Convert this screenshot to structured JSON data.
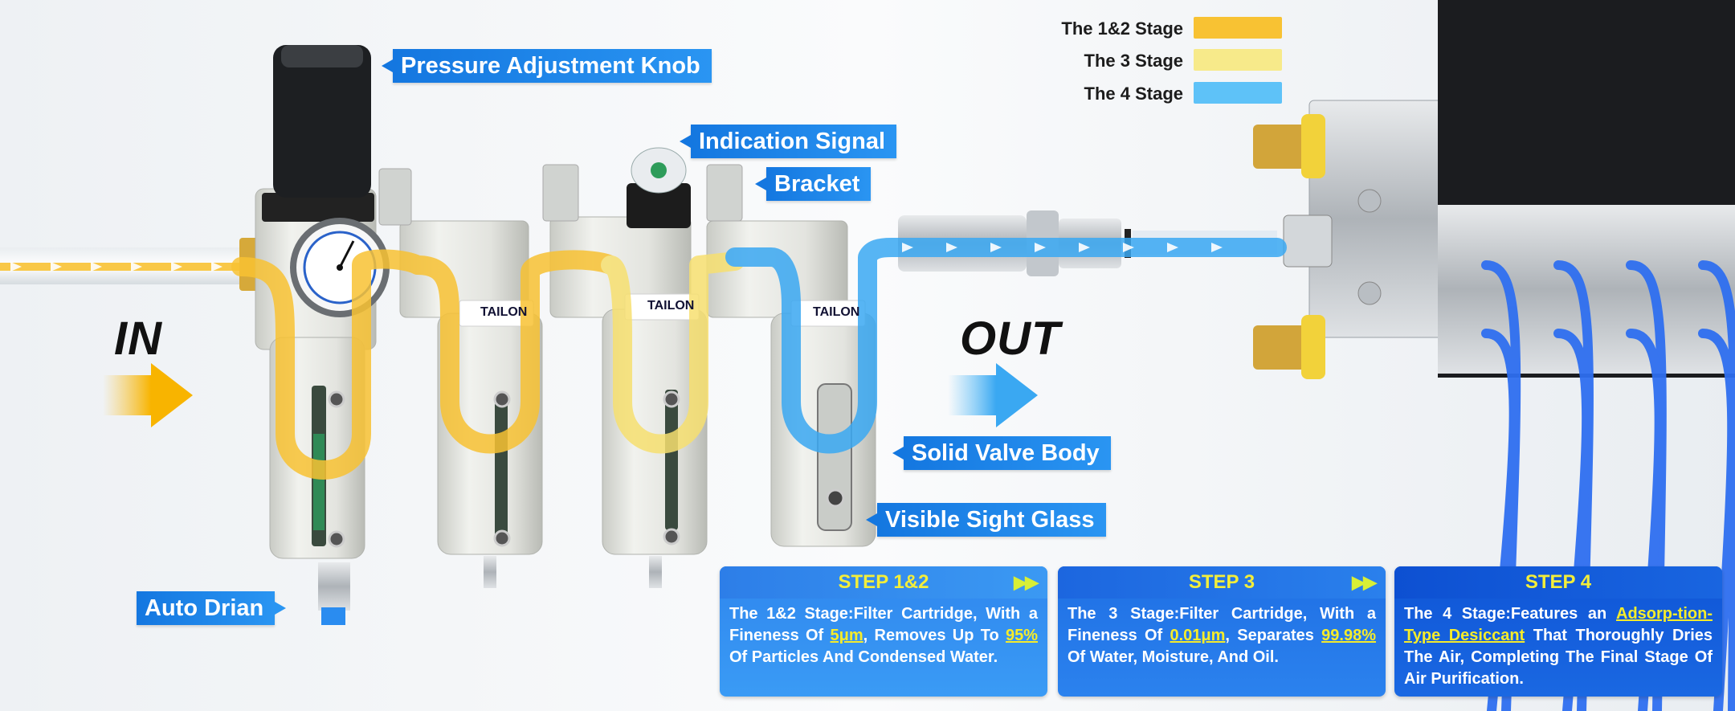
{
  "callouts": {
    "pressure_knob": "Pressure Adjustment Knob",
    "indication_signal": "Indication Signal",
    "bracket": "Bracket",
    "solid_valve_body": "Solid Valve Body",
    "visible_sight_glass": "Visible Sight Glass",
    "auto_drain": "Auto Drian"
  },
  "flow": {
    "in_label": "IN",
    "out_label": "OUT"
  },
  "brand": {
    "name": "TAILON"
  },
  "legend": [
    {
      "label": "The 1&2 Stage",
      "color": "#f8c233"
    },
    {
      "label": "The 3 Stage",
      "color": "#f7ea8a"
    },
    {
      "label": "The 4 Stage",
      "color": "#5ec2f8"
    }
  ],
  "steps": [
    {
      "title": "STEP 1&2",
      "arrows": "▶▶",
      "text_a": "The 1&2 Stage:Filter Cartridge, With a Fineness Of ",
      "hl_a": "5μm",
      "text_b": ", Removes Up To ",
      "hl_b": "95%",
      "text_c": " Of Particles And Condensed Water."
    },
    {
      "title": "STEP 3",
      "arrows": "▶▶",
      "text_a": "The 3 Stage:Filter Cartridge, With a Fineness Of ",
      "hl_a": "0.01μm",
      "text_b": ", Separates ",
      "hl_b": "99.98%",
      "text_c": " Of Water, Moisture, And Oil."
    },
    {
      "title": "STEP 4",
      "text_a": "The 4 Stage:Features an ",
      "hl_a": "Adsorp-tion-Type Desiccant",
      "text_b": " That Thoroughly Dries The Air, Completing The Final Stage Of Air Purification."
    }
  ],
  "colors": {
    "stage12": "#f8c233",
    "stage3": "#f7ea8a",
    "stage4": "#5ec2f8",
    "callout_blue": "#1a84ea",
    "hose_blue": "#2f6ff0"
  }
}
